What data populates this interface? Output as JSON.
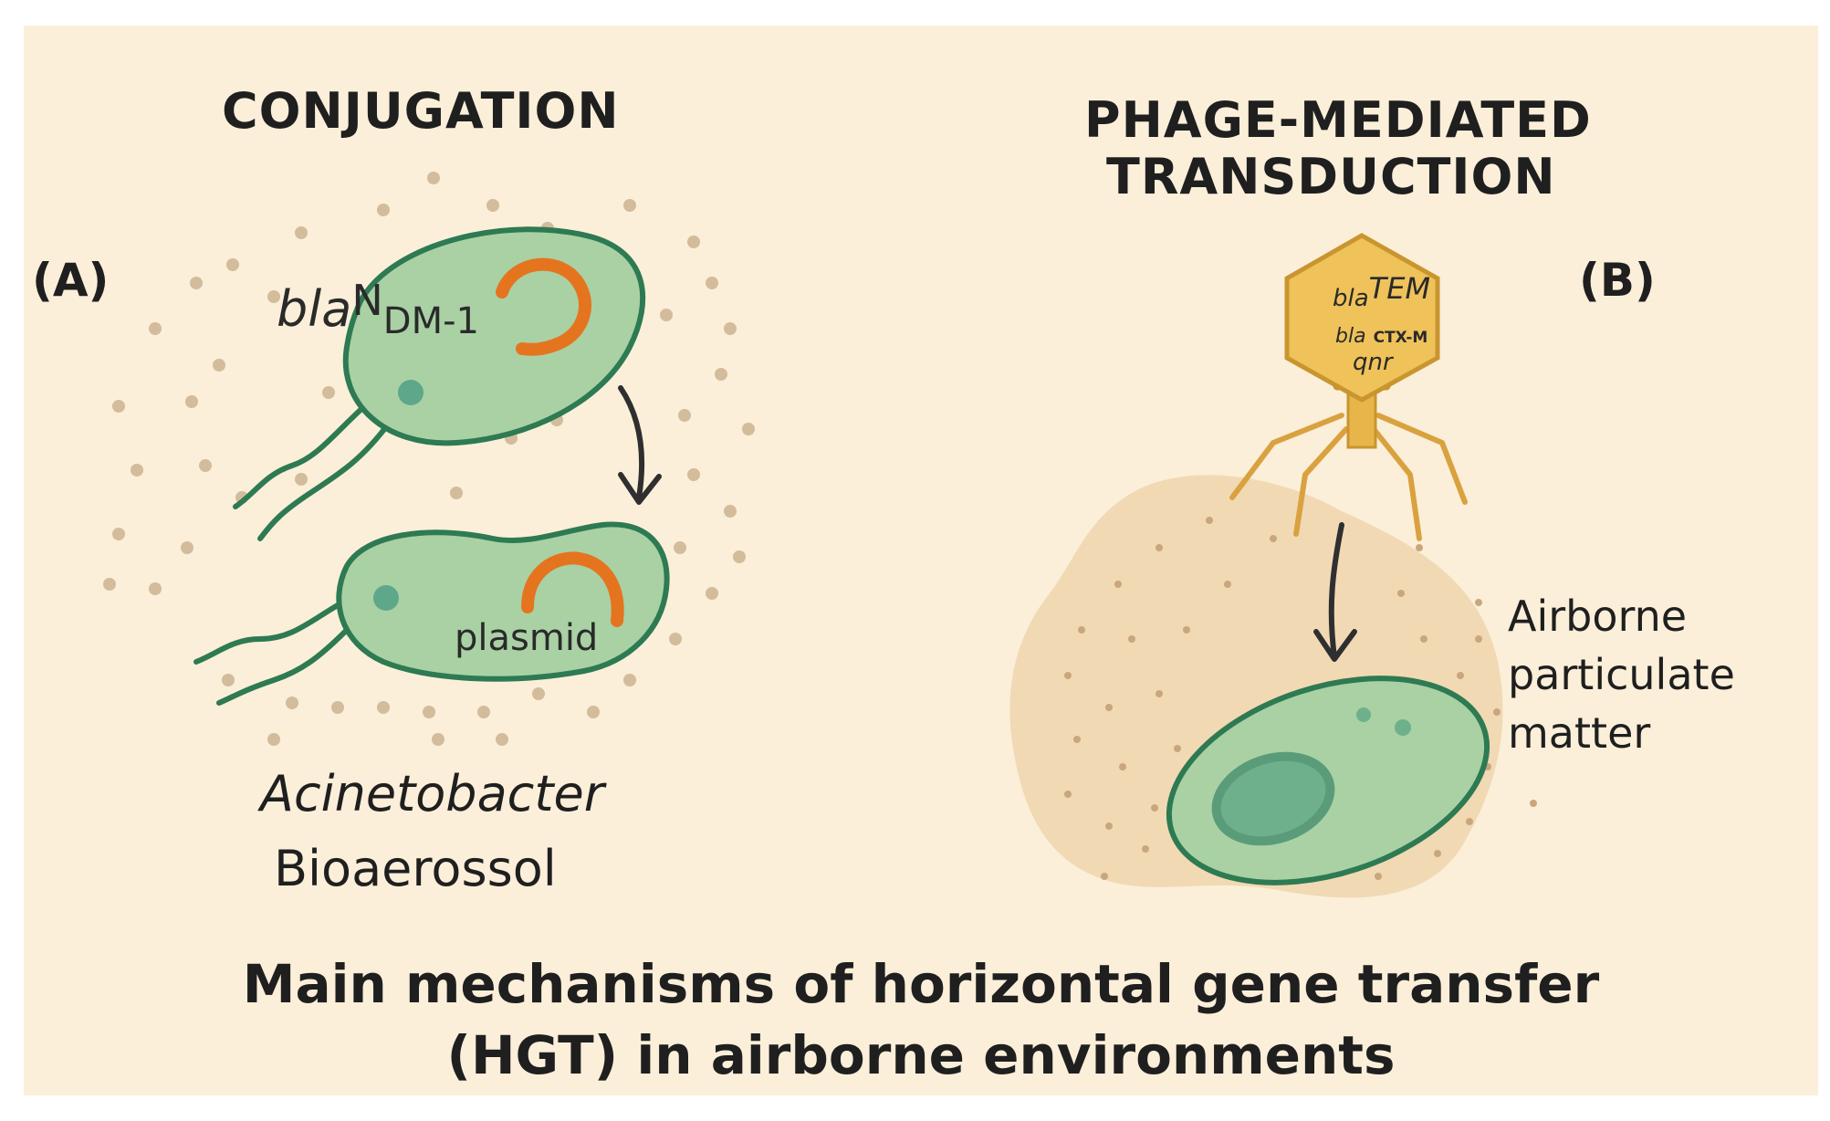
{
  "panel_a": {
    "letter": "(A)",
    "heading": "CONJUGATION",
    "gene_prefix": "bla",
    "gene_sup": "N",
    "gene_sub": "DM-1",
    "plasmid_label": "plasmid",
    "organism": "Acinetobacter",
    "source": "Bioaerossol"
  },
  "panel_b": {
    "letter": "(B)",
    "heading_line1": "PHAGE-MEDIATED",
    "heading_line2": "TRANSDUCTION",
    "phage_gene1_prefix": "bla",
    "phage_gene1_sup": "TEM",
    "phage_gene2_prefix": "bla",
    "phage_gene2_suffix": "CTX-M",
    "phage_gene3": "qnr",
    "pm_line1": "Airborne",
    "pm_line2": "particulate",
    "pm_line3": "matter"
  },
  "footer": {
    "line1": "Main mechanisms of horizontal gene transfer",
    "line2": "(HGT) in airborne environments"
  },
  "colors": {
    "background": "#fbefd9",
    "cell_fill": "#a9d1a4",
    "cell_stroke": "#2e7a52",
    "plasmid": "#e5741f",
    "phage": "#e8b54a",
    "particulate": "#f1d9b4",
    "dots": "#cdb493"
  }
}
